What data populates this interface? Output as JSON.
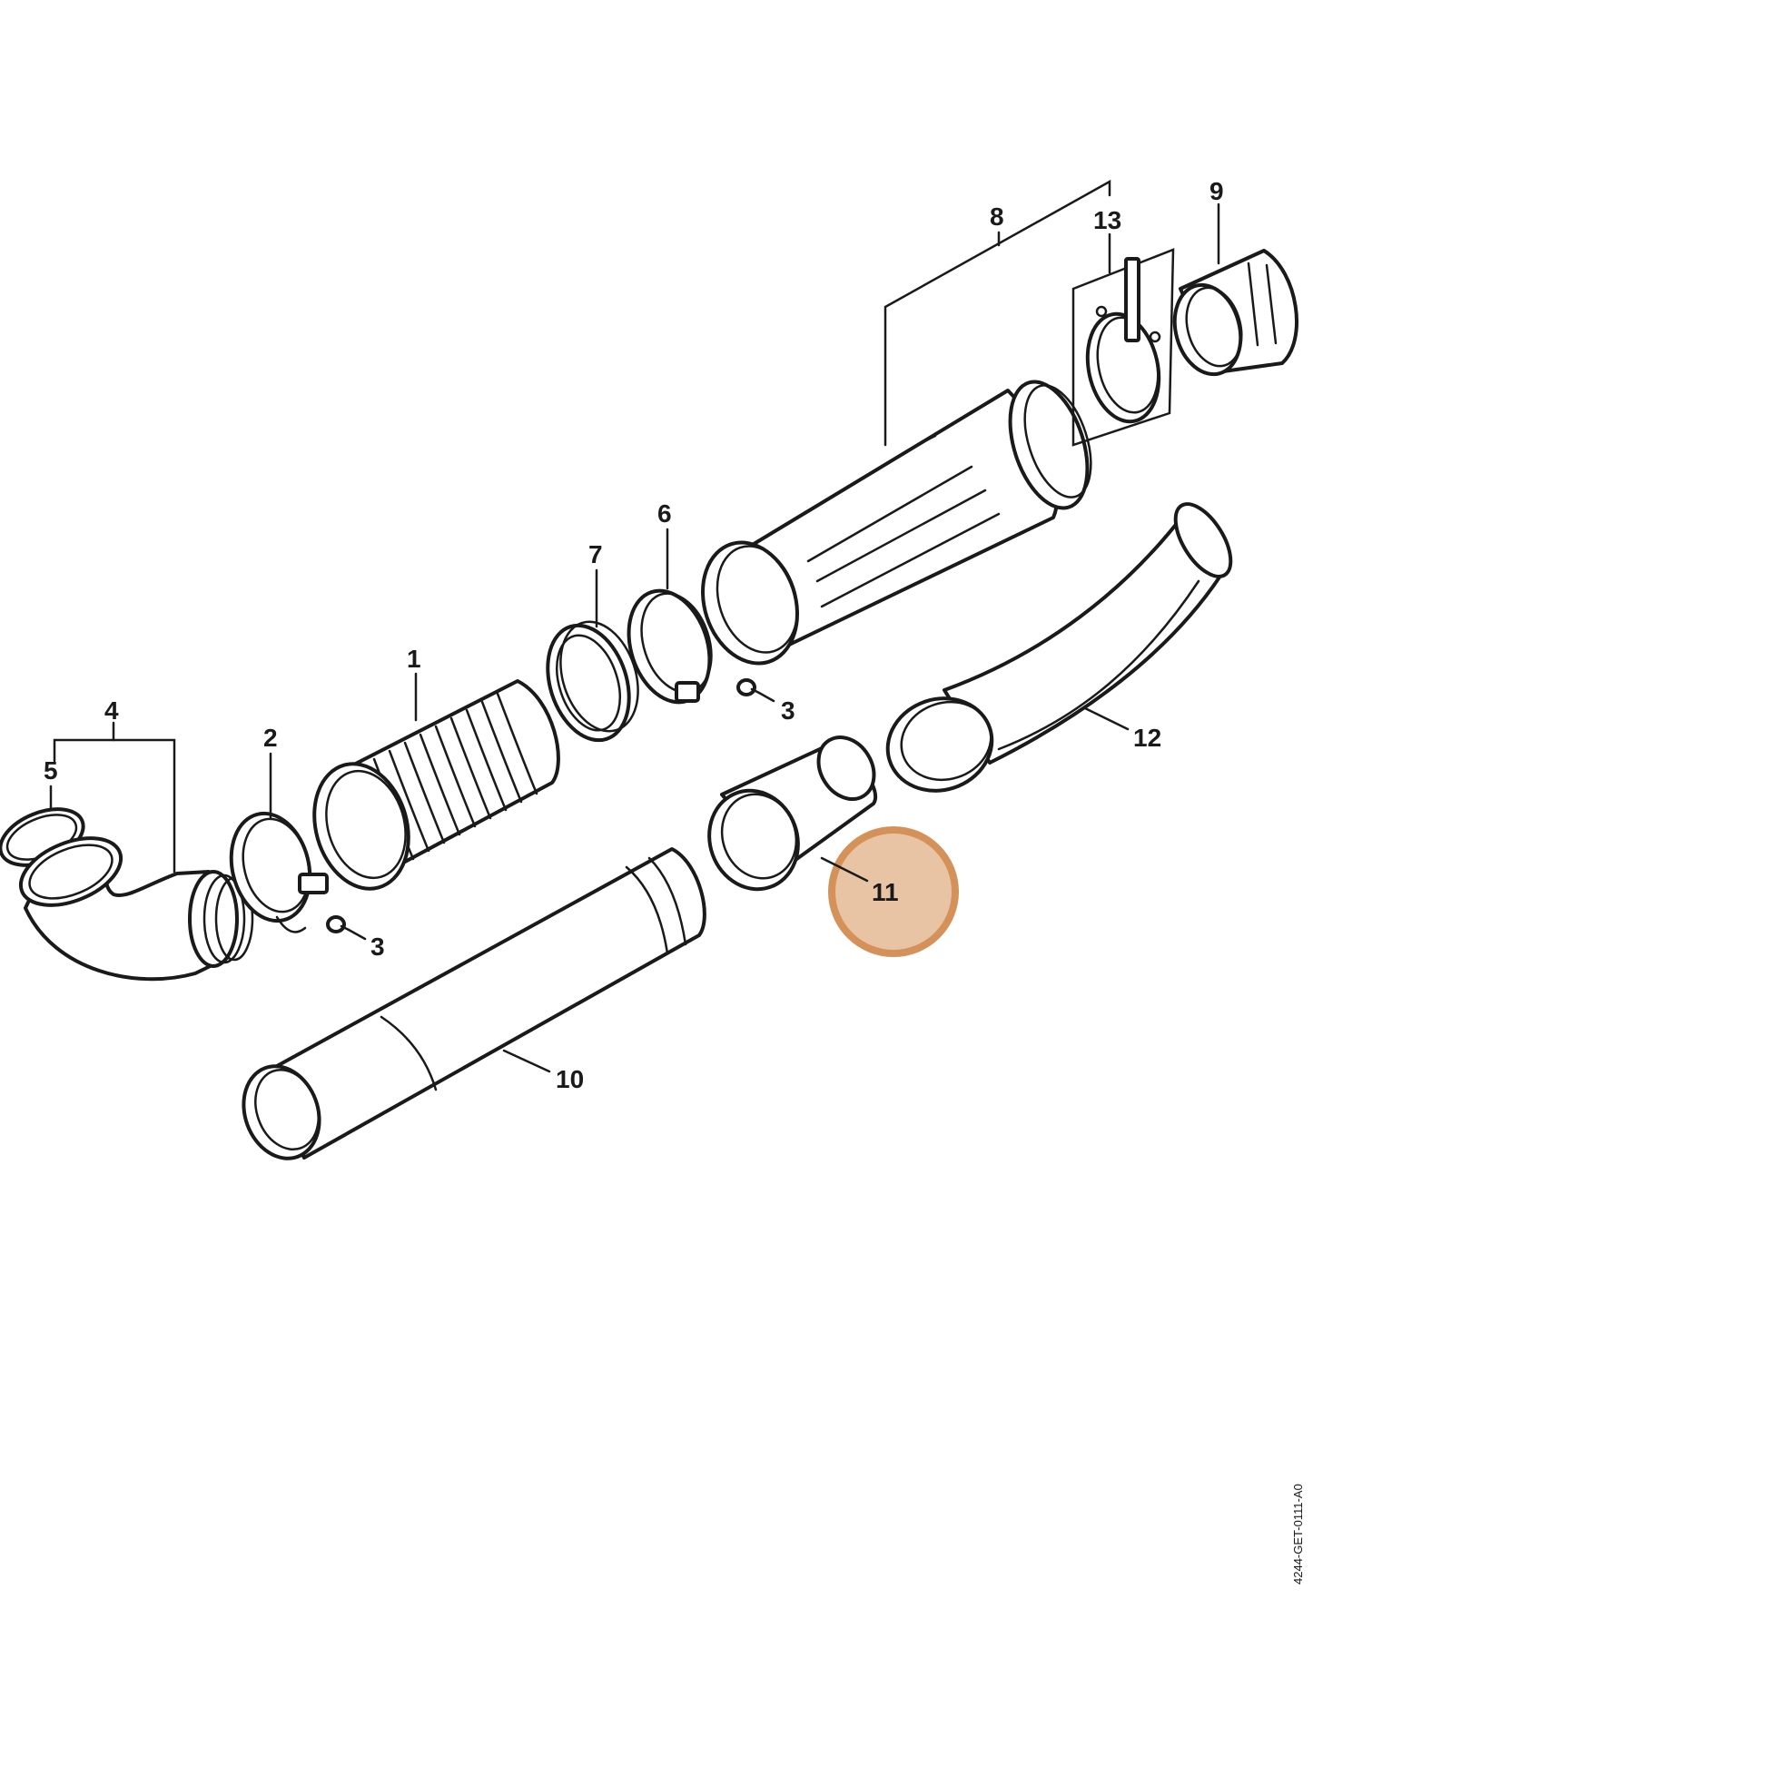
{
  "callouts": {
    "c1": "1",
    "c2": "2",
    "c3a": "3",
    "c3b": "3",
    "c4": "4",
    "c5": "5",
    "c6": "6",
    "c7": "7",
    "c8": "8",
    "c9": "9",
    "c10": "10",
    "c11": "11",
    "c12": "12",
    "c13": "13"
  },
  "highlight": {
    "part": "11",
    "color": "#d4915a",
    "fill": "#e9c4a4"
  },
  "drawing_code": "4244-GET-0111-A0"
}
